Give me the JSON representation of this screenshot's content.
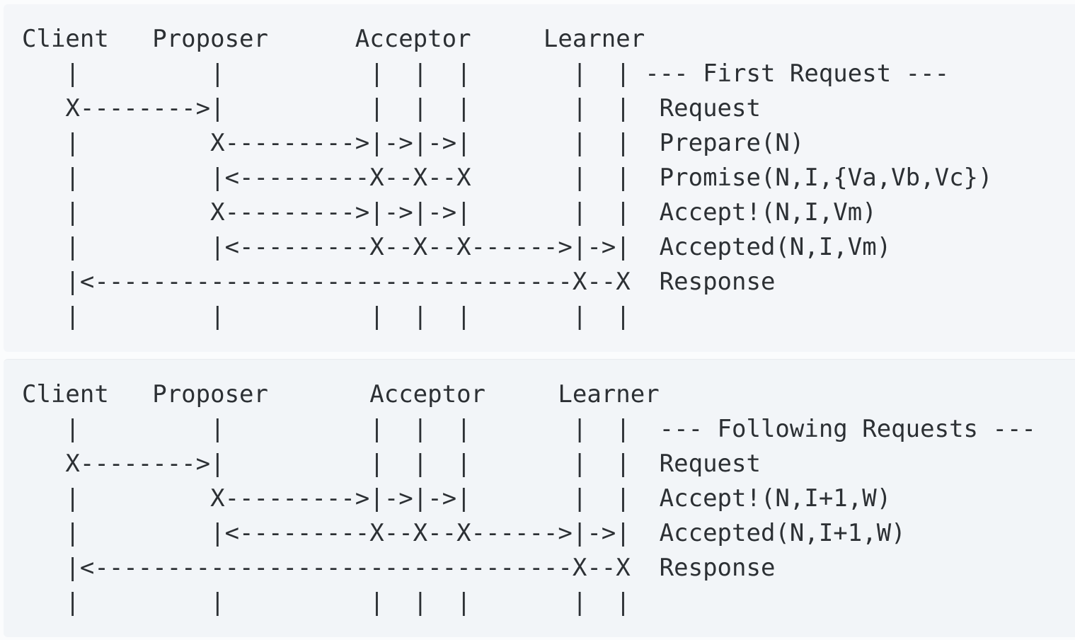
{
  "page": {
    "background_color": "#fbfcfd",
    "code_block_color_first": "#f4f6f9",
    "code_block_color_following": "#f2f5f8",
    "text_color": "#2c3034"
  },
  "diagrams": [
    {
      "id": "first-request",
      "section_label": "--- First Request ---",
      "actors": [
        "Client",
        "Proposer",
        "Acceptor",
        "Learner"
      ],
      "messages": [
        "Request",
        "Prepare(N)",
        "Promise(N,I,{Va,Vb,Vc})",
        "Accept!(N,I,Vm)",
        "Accepted(N,I,Vm)",
        "Response"
      ],
      "ascii_lines": [
        "Client   Proposer      Acceptor     Learner",
        "   |         |          |  |  |       |  | --- First Request ---",
        "   X-------->|          |  |  |       |  |  Request",
        "   |         X--------->|->|->|       |  |  Prepare(N)",
        "   |         |<---------X--X--X       |  |  Promise(N,I,{Va,Vb,Vc})",
        "   |         X--------->|->|->|       |  |  Accept!(N,I,Vm)",
        "   |         |<---------X--X--X------>|->|  Accepted(N,I,Vm)",
        "   |<---------------------------------X--X  Response",
        "   |         |          |  |  |       |  |"
      ]
    },
    {
      "id": "following-requests",
      "section_label": "--- Following Requests ---",
      "actors": [
        "Client",
        "Proposer",
        "Acceptor",
        "Learner"
      ],
      "messages": [
        "Request",
        "Accept!(N,I+1,W)",
        "Accepted(N,I+1,W)",
        "Response"
      ],
      "ascii_lines": [
        "Client   Proposer       Acceptor     Learner",
        "   |         |          |  |  |       |  |  --- Following Requests ---",
        "   X-------->|          |  |  |       |  |  Request",
        "   |         X--------->|->|->|       |  |  Accept!(N,I+1,W)",
        "   |         |<---------X--X--X------>|->|  Accepted(N,I+1,W)",
        "   |<---------------------------------X--X  Response",
        "   |         |          |  |  |       |  |"
      ]
    }
  ]
}
